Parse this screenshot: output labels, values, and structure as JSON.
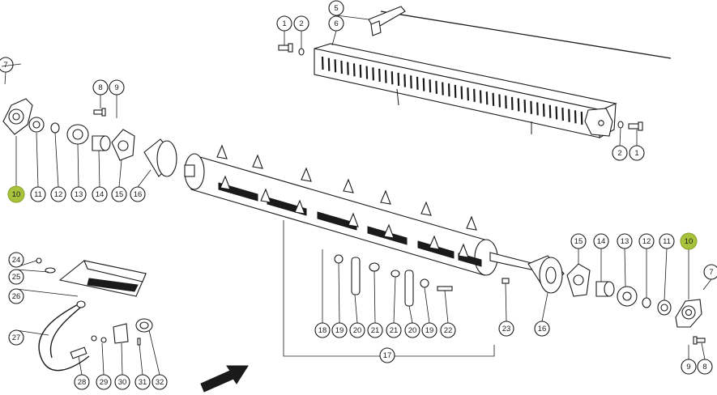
{
  "callouts": [
    {
      "label": "5",
      "hl": false
    },
    {
      "label": "6",
      "hl": false
    },
    {
      "label": "1",
      "hl": false
    },
    {
      "label": "2",
      "hl": false
    },
    {
      "label": "2",
      "hl": false
    },
    {
      "label": "1",
      "hl": false
    },
    {
      "label": "7",
      "hl": false
    },
    {
      "label": "8",
      "hl": false
    },
    {
      "label": "9",
      "hl": false
    },
    {
      "label": "10",
      "hl": true
    },
    {
      "label": "11",
      "hl": false
    },
    {
      "label": "12",
      "hl": false
    },
    {
      "label": "13",
      "hl": false
    },
    {
      "label": "14",
      "hl": false
    },
    {
      "label": "15",
      "hl": false
    },
    {
      "label": "16",
      "hl": false
    },
    {
      "label": "15",
      "hl": false
    },
    {
      "label": "14",
      "hl": false
    },
    {
      "label": "13",
      "hl": false
    },
    {
      "label": "12",
      "hl": false
    },
    {
      "label": "11",
      "hl": false
    },
    {
      "label": "10",
      "hl": true
    },
    {
      "label": "7",
      "hl": false
    },
    {
      "label": "9",
      "hl": false
    },
    {
      "label": "8",
      "hl": false
    },
    {
      "label": "16",
      "hl": false
    },
    {
      "label": "23",
      "hl": false
    },
    {
      "label": "18",
      "hl": false
    },
    {
      "label": "19",
      "hl": false
    },
    {
      "label": "20",
      "hl": false
    },
    {
      "label": "21",
      "hl": false
    },
    {
      "label": "21",
      "hl": false
    },
    {
      "label": "20",
      "hl": false
    },
    {
      "label": "19",
      "hl": false
    },
    {
      "label": "22",
      "hl": false
    },
    {
      "label": "17",
      "hl": false
    },
    {
      "label": "24",
      "hl": false
    },
    {
      "label": "25",
      "hl": false
    },
    {
      "label": "26",
      "hl": false
    },
    {
      "label": "27",
      "hl": false
    },
    {
      "label": "28",
      "hl": false
    },
    {
      "label": "29",
      "hl": false
    },
    {
      "label": "30",
      "hl": false
    },
    {
      "label": "31",
      "hl": false
    },
    {
      "label": "32",
      "hl": false
    }
  ],
  "colors": {
    "highlight": "#a8c23c",
    "ink": "#1a1a1a",
    "paper": "#ffffff"
  },
  "icons": {
    "direction": "arrow-icon"
  }
}
